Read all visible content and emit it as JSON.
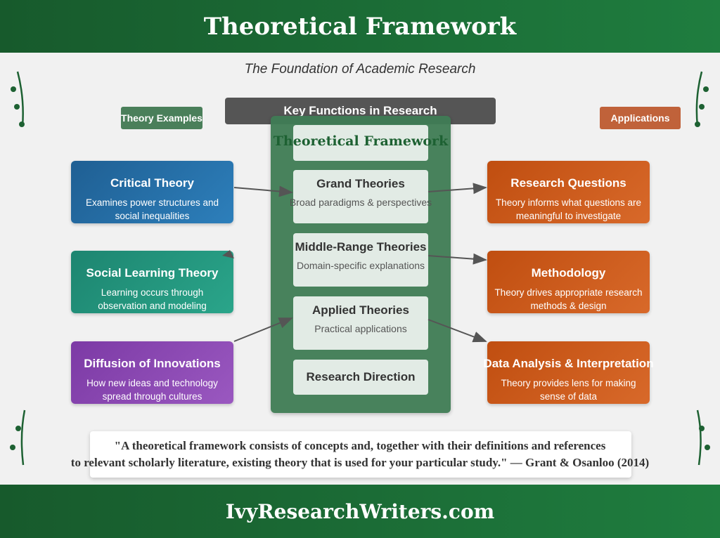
{
  "header": {
    "title": "Theoretical Framework"
  },
  "subtitle": "The Foundation of Academic Research",
  "badges": {
    "left": "Theory Examples",
    "right": "Applications",
    "center": "Key Functions in Research"
  },
  "center": {
    "title": "Theoretical Framework",
    "items": [
      {
        "title": "Grand Theories",
        "desc": "Broad paradigms & perspectives"
      },
      {
        "title": "Middle-Range Theories",
        "desc": "Domain-specific explanations"
      },
      {
        "title": "Applied Theories",
        "desc": "Practical applications"
      },
      {
        "title": "Research Direction",
        "desc": ""
      }
    ]
  },
  "left": [
    {
      "title": "Critical Theory",
      "desc": "Examines power structures and social inequalities"
    },
    {
      "title": "Social Learning Theory",
      "desc": "Learning occurs through observation and modeling"
    },
    {
      "title": "Diffusion of Innovations",
      "desc": "How new ideas and technology spread through cultures"
    }
  ],
  "right": [
    {
      "title": "Research Questions",
      "desc": "Theory informs what questions are meaningful to investigate"
    },
    {
      "title": "Methodology",
      "desc": "Theory drives appropriate research methods & design"
    },
    {
      "title": "Data Analysis & Interpretation",
      "desc": "Theory provides lens for making sense of data"
    }
  ],
  "quote": {
    "line1": "\"A theoretical framework consists of concepts and, together with their definitions and references",
    "line2": "to relevant scholarly literature, existing theory that is used for your particular study.\" — Grant & Osanloo (2014)"
  },
  "footer": {
    "site": "IvyResearchWriters.com"
  },
  "colors": {
    "green": "#1f7a3e",
    "blue": "#2468a0",
    "teal": "#23907a",
    "purple": "#8a48b0",
    "orange": "#cc5a1c"
  }
}
